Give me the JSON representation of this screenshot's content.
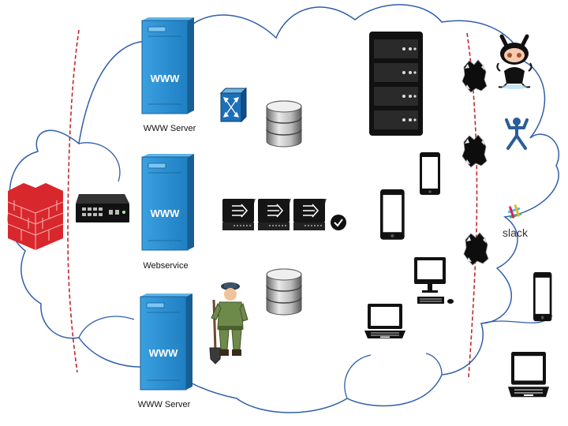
{
  "labels": {
    "www_server_top": "WWW Server",
    "webservice": "Webservice",
    "www_server_bottom": "WWW Server"
  },
  "server_badges": {
    "top": "WWW",
    "middle": "WWW",
    "bottom": "WWW"
  },
  "integrations": {
    "slack_wordmark": "slack"
  },
  "icons": [
    "firewall-icon",
    "switch-icon",
    "www-server-icon",
    "webservice-server-icon",
    "router-icon",
    "database-icon",
    "load-balancer-icon",
    "check-icon",
    "admin-figure-icon",
    "rack-server-icon",
    "smartphone-icon",
    "desktop-computer-icon",
    "laptop-icon",
    "wall-hole-icon",
    "github-octocat-icon",
    "jenkins-icon",
    "slack-logo-icon"
  ],
  "colors": {
    "server_blue": "#2a8fd0",
    "server_dark_blue": "#1b6aa6",
    "firewall_red": "#d9272e",
    "boundary_red": "#c0272d",
    "cloud_stroke": "#2f5fa8"
  }
}
